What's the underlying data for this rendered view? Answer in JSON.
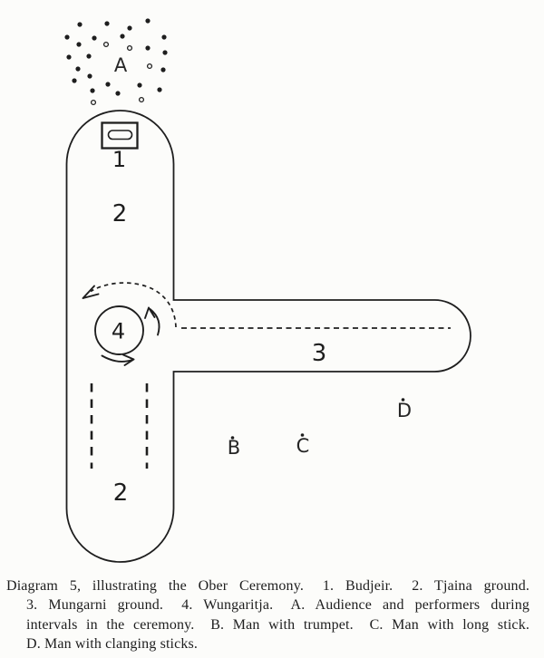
{
  "colors": {
    "paper": "#fcfcfa",
    "ink": "#1e1e1e"
  },
  "figure": {
    "labels": {
      "budjeir": "1",
      "tjaina_top": "2",
      "tjaina_bottom": "2",
      "mungarni": "3",
      "wungaritja": "4",
      "audience": "A",
      "trumpet_man": "B",
      "long_stick_man": "C",
      "clanging_sticks_man": "D"
    },
    "audience_dots": [
      [
        88,
        27,
        0
      ],
      [
        118,
        26,
        0
      ],
      [
        163,
        23,
        0
      ],
      [
        143,
        31,
        0
      ],
      [
        74,
        41,
        0
      ],
      [
        104,
        42,
        0
      ],
      [
        135,
        40,
        0
      ],
      [
        181,
        41,
        0
      ],
      [
        87,
        49,
        0
      ],
      [
        117,
        49,
        1
      ],
      [
        143,
        53,
        1
      ],
      [
        163,
        53,
        0
      ],
      [
        182,
        58,
        0
      ],
      [
        76,
        63,
        0
      ],
      [
        98,
        62,
        0
      ],
      [
        165,
        73,
        1
      ],
      [
        180,
        77,
        0
      ],
      [
        86,
        76,
        0
      ],
      [
        99,
        84,
        0
      ],
      [
        82,
        89,
        0
      ],
      [
        119,
        93,
        0
      ],
      [
        154,
        94,
        0
      ],
      [
        176,
        99,
        0
      ],
      [
        102,
        100,
        0
      ],
      [
        130,
        103,
        0
      ],
      [
        156,
        110,
        1
      ],
      [
        103,
        113,
        1
      ]
    ]
  },
  "caption": {
    "lines": [
      "Diagram 5, illustrating the Ober Ceremony.  1. Budjeir.  2. Tjaina ground.",
      "3. Mungarni ground.  4. Wungaritja.  A. Audience and performers during",
      "intervals in the ceremony.  B. Man with trumpet.  C. Man with long stick.",
      "D. Man with clanging sticks."
    ]
  }
}
